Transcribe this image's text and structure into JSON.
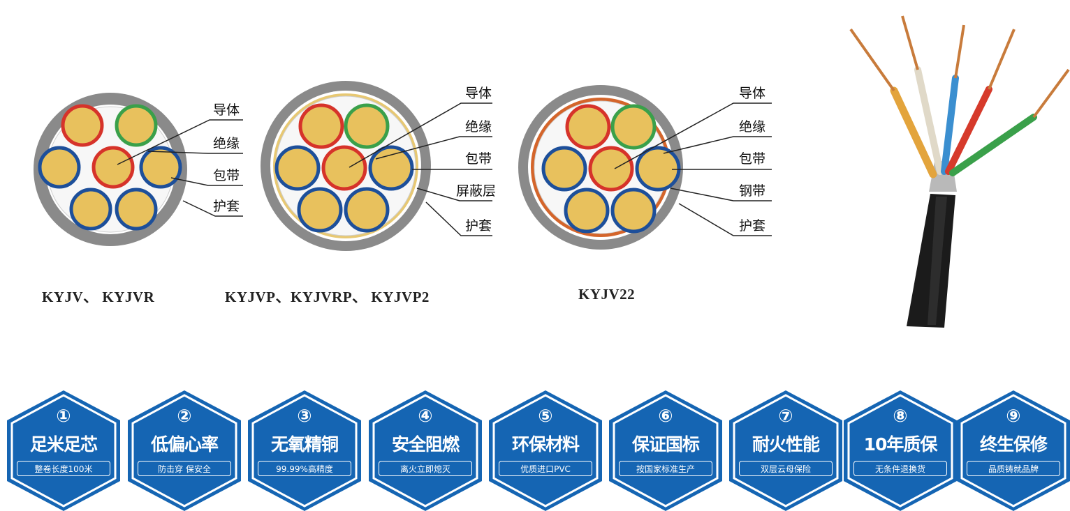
{
  "colors": {
    "hex_blue": "#1565b3",
    "conductor": "#e8c15d",
    "sheath": "#8a8a8a"
  },
  "diagrams": [
    {
      "caption": "KYJV、 KYJVR",
      "labels": [
        "导体",
        "绝缘",
        "包带",
        "护套"
      ]
    },
    {
      "caption": "KYJVP、KYJVRP、 KYJVP2",
      "labels": [
        "导体",
        "绝缘",
        "包带",
        "屏蔽层",
        "护套"
      ]
    },
    {
      "caption": "KYJV22",
      "labels": [
        "导体",
        "绝缘",
        "包带",
        "钢带",
        "护套"
      ]
    }
  ],
  "features": [
    {
      "num": "①",
      "title": "足米足芯",
      "sub": "整卷长度100米"
    },
    {
      "num": "②",
      "title": "低偏心率",
      "sub": "防击穿 保安全"
    },
    {
      "num": "③",
      "title": "无氧精铜",
      "sub": "99.99%高精度"
    },
    {
      "num": "④",
      "title": "安全阻燃",
      "sub": "离火立即熄灭"
    },
    {
      "num": "⑤",
      "title": "环保材料",
      "sub": "优质进口PVC"
    },
    {
      "num": "⑥",
      "title": "保证国标",
      "sub": "按国家标准生产"
    },
    {
      "num": "⑦",
      "title": "耐火性能",
      "sub": "双层云母保险"
    },
    {
      "num": "⑧",
      "title": "10年质保",
      "sub": "无条件退换货"
    },
    {
      "num": "⑨",
      "title": "终生保修",
      "sub": "品质铸就品牌"
    }
  ]
}
